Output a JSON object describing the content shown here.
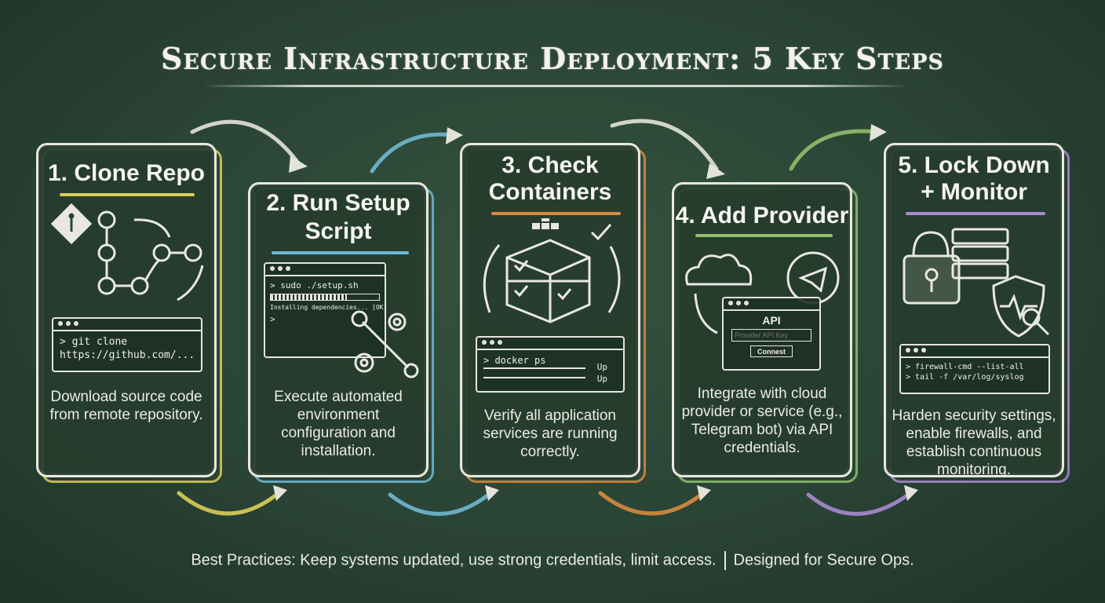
{
  "title": "Secure Infrastructure Deployment: 5 Key Steps",
  "steps": [
    {
      "title_l1": "1. Clone Repo",
      "title_l2": "",
      "desc": "Download source code from remote repository.",
      "accent": "#d9cf56",
      "terminal": [
        "> git clone",
        "https://github.com/..."
      ]
    },
    {
      "title_l1": "2. Run Setup",
      "title_l2": "Script",
      "desc": "Execute automated environment configuration and installation.",
      "accent": "#6fb8d2",
      "terminal": [
        "> sudo ./setup.sh",
        "Installing dependencies... [OK]",
        ">"
      ]
    },
    {
      "title_l1": "3. Check",
      "title_l2": "Containers",
      "desc": "Verify all application services are running correctly.",
      "accent": "#d98a3e",
      "terminal": [
        "> docker ps",
        "Up",
        "Up"
      ]
    },
    {
      "title_l1": "4. Add Provider",
      "title_l2": "",
      "desc": "Integrate with cloud provider or service (e.g., Telegram bot) via API credentials.",
      "accent": "#8fbf6a",
      "api_label": "API",
      "api_placeholder": "Provider API Key",
      "connect_label": "Connest"
    },
    {
      "title_l1": "5. Lock Down",
      "title_l2": "+ Monitor",
      "desc": "Harden security settings, enable firewalls, and establish continuous monitoring.",
      "accent": "#a98ad0",
      "terminal": [
        "> firewall-cmd --list-all",
        "> tail -f /var/log/syslog"
      ]
    }
  ],
  "footer": {
    "left": "Best Practices: Keep systems updated, use strong credentials, limit access.",
    "right": "Designed for Secure Ops."
  }
}
